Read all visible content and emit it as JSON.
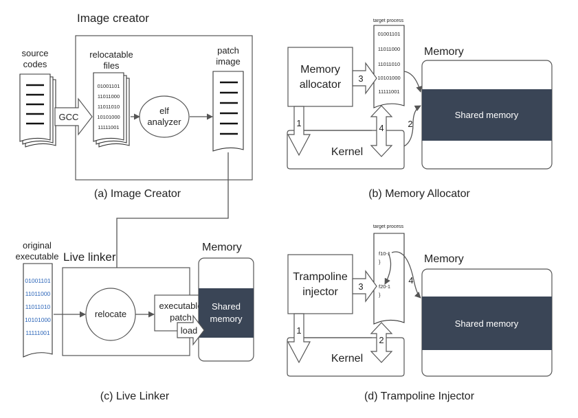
{
  "panel_a": {
    "title": "Image creator",
    "source_codes": [
      "source",
      "codes"
    ],
    "gcc": "GCC",
    "relocatable_files": [
      "relocatable",
      "files"
    ],
    "bits": [
      "01001101",
      "11011000",
      "11011010",
      "10101000",
      "11111001"
    ],
    "elf_analyzer": [
      "elf",
      "analyzer"
    ],
    "patch_image": [
      "patch",
      "image"
    ],
    "caption": "(a) Image Creator"
  },
  "panel_b": {
    "target_process": "target process",
    "bits": [
      "01001101",
      "11011000",
      "11011010",
      "10101000",
      "11111001"
    ],
    "memory_title": "Memory",
    "allocator": [
      "Memory",
      "allocator"
    ],
    "shared_memory": "Shared memory",
    "kernel": "Kernel",
    "steps": [
      "1",
      "2",
      "3",
      "4"
    ],
    "caption": "(b) Memory Allocator"
  },
  "panel_c": {
    "original_executable": [
      "original",
      "executable"
    ],
    "bits": [
      "01001101",
      "11011000",
      "11011010",
      "10101000",
      "11111001"
    ],
    "live_linker": "Live linker",
    "relocate": "relocate",
    "executable_patch": [
      "executable",
      "patch"
    ],
    "load": "load",
    "memory_title": "Memory",
    "shared_memory": [
      "Shared",
      "memory"
    ],
    "caption": "(c) Live Linker"
  },
  "panel_d": {
    "target_process": "target process",
    "funcs": [
      "f10-1",
      "}",
      "f20-1",
      "}"
    ],
    "memory_title": "Memory",
    "injector": [
      "Trampoline",
      "injector"
    ],
    "shared_memory": "Shared memory",
    "kernel": "Kernel",
    "steps": [
      "1",
      "2",
      "3",
      "4"
    ],
    "caption": "(d) Trampoline Injector"
  },
  "colors": {
    "memory_band": "#3a4556",
    "blue_bits": "#2a64b8"
  }
}
